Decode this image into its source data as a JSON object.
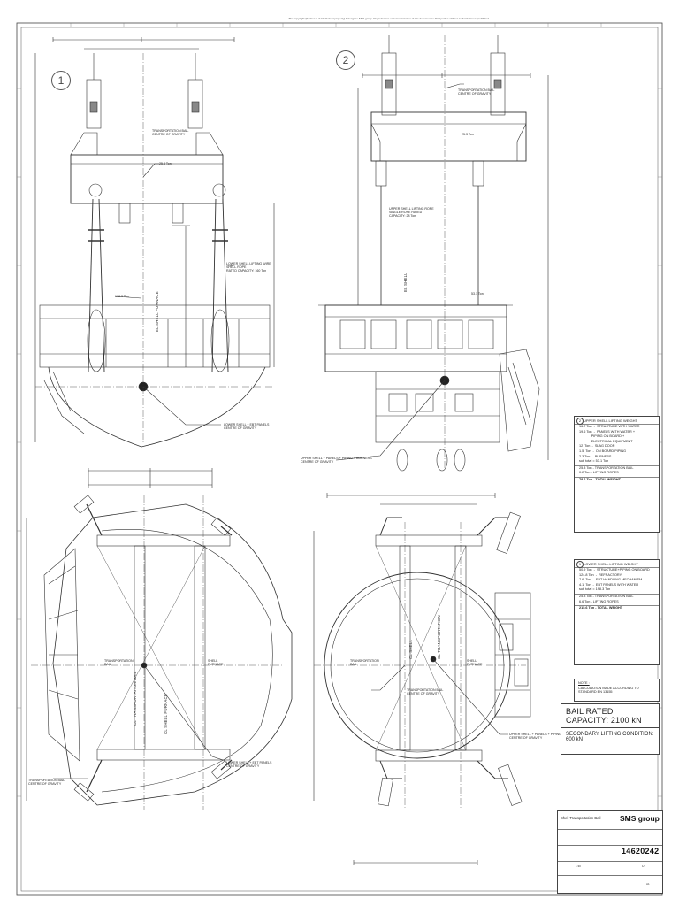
{
  "copyright_notice": "The copyright (Section 3 of Intellectual property) belongs to SMS group. Reproduction or communication of this document to third parties without authorization is prohibited.",
  "views": {
    "view1_number": "1",
    "view2_number": "2"
  },
  "labels": {
    "transport_bail_cog_1": "TRANSPORTATION BAIL\nCENTRE OF GRAVITY",
    "weight_253": "25.3 Ton",
    "lower_shell_lifting_wire": "LOWER SHELL LIFTING WIRE\nSHELL ROPE\nRATED CAPACITY: 160 Ton",
    "weight_1983": "198.3 Ton",
    "lower_shell_cog": "LOWER SHELL + EBT PANELS\nCENTRE OF GRAVITY",
    "transport_bail_cog_2": "TRANSPORTATION BAIL\nCENTRE OF GRAVITY",
    "upper_shell_lifting_rope": "UPPER SHELL LIFTING ROPE\nSINGLE ROPE RATED\nCAPACITY: 28 Ton",
    "weight_531": "53.1 Ton",
    "upper_shell_cog": "UPPER SHELL + PANELS + PIPING + BURNERS\nCENTRE OF GRAVITY",
    "transportation_bail_plan_1": "TRANSPORTATION\nBAIL",
    "shell_furnace_plan_1": "SHELL\nFURNACE",
    "transport_bail_cog_plan_1": "TRANSPORTATION BAIL\nCENTRE OF GRAVITY",
    "lower_shell_cog_plan": "LOWER SHELL + EBT PANELS\nCENTRE OF GRAVITY",
    "transportation_bail_plan_2": "TRANSPORTATION\nBAIL",
    "shell_furnace_plan_2": "SHELL\nFURNACE",
    "transport_bail_cog_plan_2": "TRANSPORTATION BAIL\nCENTRE OF GRAVITY",
    "upper_shell_cog_plan": "UPPER SHELL + PANELS + PIPING + BURNERS\nCENTRE OF GRAVITY",
    "el_shell_furnace": "EL SHELL FURNACE",
    "el_shell_v2": "EL SHELL",
    "cl_transportation_bail": "CL TRANSPORTATION BAIL",
    "cl_shell_furnace": "CL SHELL FURNACE",
    "cl_transportation_v4": "CL TRANSPORTATION",
    "cl_shell_v4": "CL SHELL"
  },
  "upper_shell_weight": {
    "number": "2",
    "title": "UPPER SHELL LIFTING WEIGHT",
    "rows": [
      "16.7 Ton  -  STRUCTURE WITH WATER",
      "19.6 Ton  -  PANELS WITH WATER +",
      "             PIPING ON BOARD +",
      "             ELECTRICAL EQUIPMENT",
      "12  Ton  -  SLAG DOOR",
      "1.5  Ton  -  ON BOARD PIPING",
      "2.3 Ton  -  BURNERS",
      "sub total = 53.1 Ton"
    ],
    "bail_row": "25.3 Ton  -  TRANSPORTATION BAIL",
    "lifting_row": "0.2 Ton  -  LIFTING ROPES",
    "total_row": "78.6  Ton  -  TOTAL WEIGHT"
  },
  "lower_shell_weight": {
    "number": "1",
    "title": "LOWER SHELL LIFTING WEIGHT",
    "rows": [
      "50.9 Ton  -  STRUCTURE+PIPING ON BOARD",
      "124.8 Ton  -  REFRACTORY",
      "7.6  Ton  -  EBT HANDLING MECHANISM",
      "4.1  Ton  -  EBT PANELS WITH WATER",
      "sub total = 198.3 Ton"
    ],
    "bail_row": "25.3 Ton  -  TRANSPORTATION BAIL",
    "lifting_row": "6.6 Ton  -  LIFTING ROPES",
    "total_row": "215.6  Ton  -  TOTAL WEIGHT"
  },
  "note": {
    "title": "NOTE :",
    "text": "CALCULATION MADE ACCORDING TO STANDARD  EN 13155"
  },
  "capacity": {
    "main": "BAIL RATED CAPACITY:  2100 kN",
    "secondary": "SECONDARY LIFTING CONDITION:   600 kN"
  },
  "title_block": {
    "title": "Shell Transportation Bail",
    "company": "SMS group",
    "drawing_number": "14620242",
    "scale": "1:30",
    "sheet": "1/1",
    "format": "A1"
  },
  "colors": {
    "line": "#333333",
    "paper": "#ffffff"
  }
}
